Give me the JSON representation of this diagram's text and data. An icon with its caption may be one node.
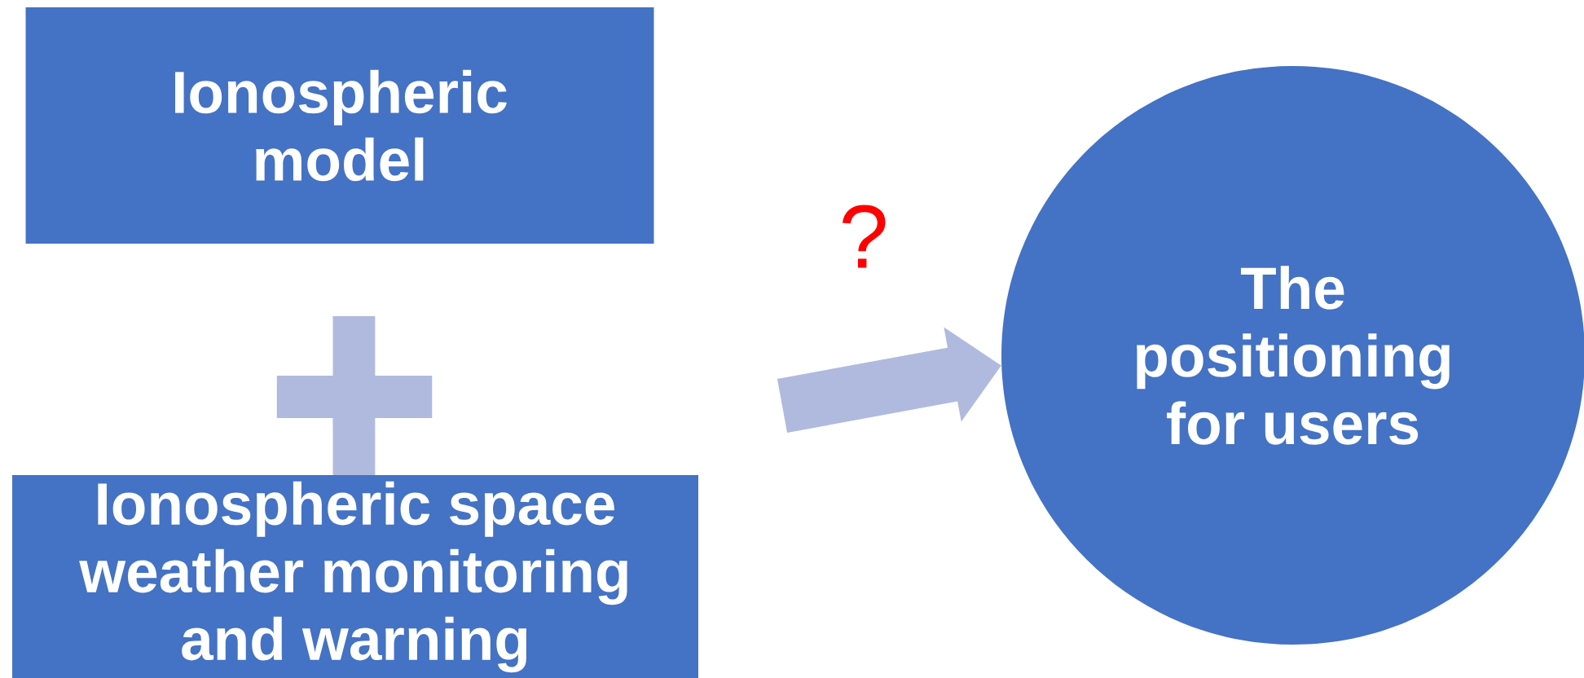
{
  "diagram": {
    "nodes": [
      {
        "text": [
          "Ionospheric model"
        ]
      },
      {
        "text": [],
        "shape": "cross"
      },
      {
        "text": [
          "Ionospheric space weather monitoring and warning"
        ]
      },
      {
        "text": [
          "The positioning for users"
        ]
      }
    ],
    "edges": [
      {
        "from": null,
        "to": 3,
        "arrow": "to",
        "label": "?"
      }
    ]
  }
}
